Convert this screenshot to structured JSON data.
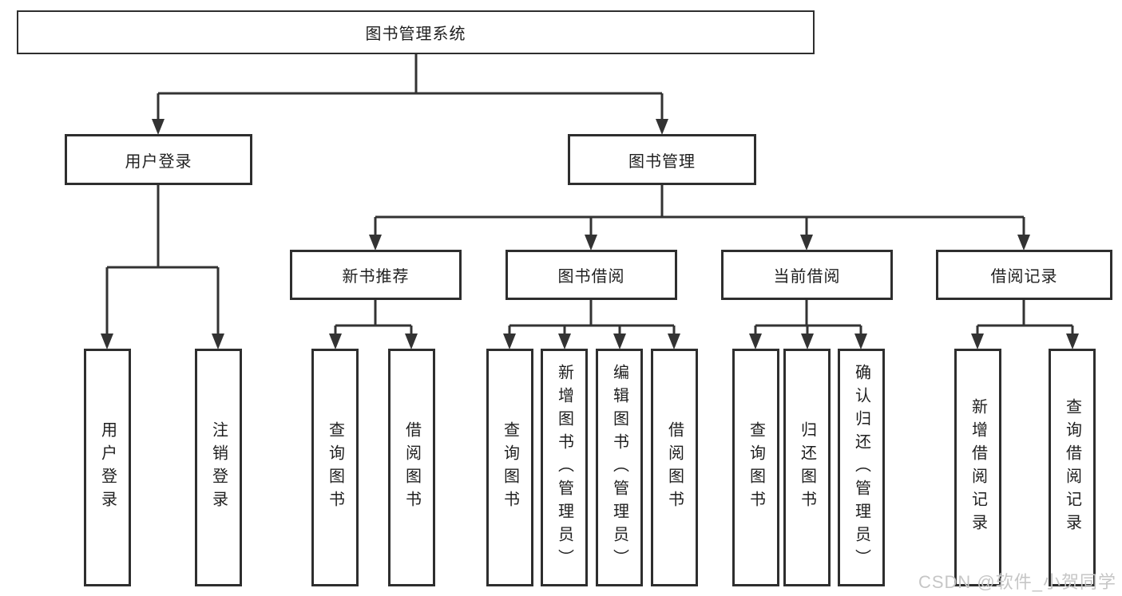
{
  "diagram_title": "图书管理系统",
  "tree": {
    "label": "图书管理系统",
    "children": [
      {
        "label": "用户登录",
        "children": [
          {
            "label": "用户登录"
          },
          {
            "label": "注销登录"
          }
        ]
      },
      {
        "label": "图书管理",
        "children": [
          {
            "label": "新书推荐",
            "children": [
              {
                "label": "查询图书"
              },
              {
                "label": "借阅图书"
              }
            ]
          },
          {
            "label": "图书借阅",
            "children": [
              {
                "label": "查询图书"
              },
              {
                "label": "新增图书（管理员）"
              },
              {
                "label": "编辑图书（管理员）"
              },
              {
                "label": "借阅图书"
              }
            ]
          },
          {
            "label": "当前借阅",
            "children": [
              {
                "label": "查询图书"
              },
              {
                "label": "归还图书"
              },
              {
                "label": "确认归还（管理员）"
              }
            ]
          },
          {
            "label": "借阅记录",
            "children": [
              {
                "label": "新增借阅记录"
              },
              {
                "label": "查询借阅记录"
              }
            ]
          }
        ]
      }
    ]
  },
  "watermark": {
    "text": "CSDN @软件_小贺同学"
  },
  "colors": {
    "background": "#ffffff",
    "line": "#333333",
    "box_border": "#2e2e2e",
    "text": "#1f1f1f",
    "watermark": "#c6c6c6"
  }
}
